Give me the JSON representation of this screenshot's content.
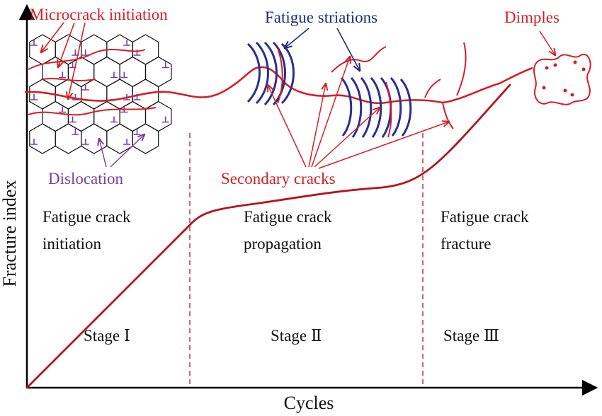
{
  "colors": {
    "axis": "#000000",
    "curve": "#b3161d",
    "crack": "#d41f26",
    "striation": "#2a2f8f",
    "dislocation": "#7a3da3",
    "divider": "#b3161d",
    "text": "#111111"
  },
  "axes": {
    "ylabel": "Fracture index",
    "xlabel": "Cycles"
  },
  "annotations": {
    "microcrack": "Microcrack initiation",
    "striations": "Fatigue striations",
    "dimples": "Dimples",
    "dislocation": "Dislocation",
    "secondary": "Secondary cracks"
  },
  "stages": [
    {
      "line1": "Fatigue crack",
      "line2": "initiation",
      "stage": "Stage Ⅰ"
    },
    {
      "line1": "Fatigue crack",
      "line2": "propagation",
      "stage": "Stage Ⅱ"
    },
    {
      "line1": "Fatigue crack",
      "line2": "fracture",
      "stage": "Stage Ⅲ"
    }
  ]
}
